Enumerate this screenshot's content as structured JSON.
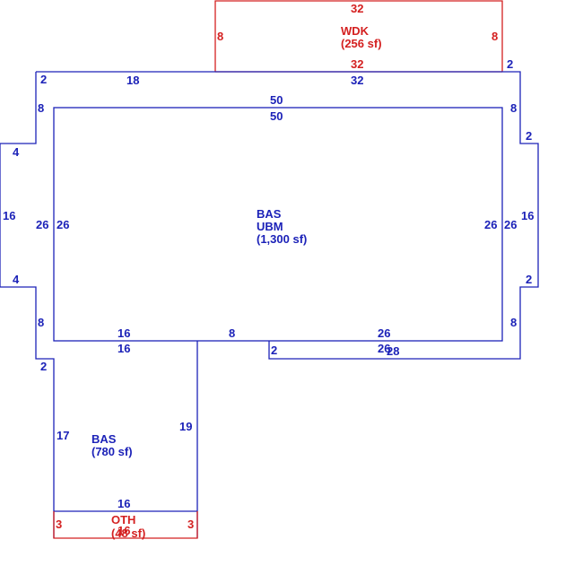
{
  "areas": {
    "wdk": {
      "label": "WDK",
      "area": "(256 sf)"
    },
    "main": {
      "label1": "BAS",
      "label2": "UBM",
      "area": "(1,300 sf)"
    },
    "bas2": {
      "label": "BAS",
      "area": "(780 sf)"
    },
    "oth": {
      "label": "OTH",
      "area": "(48 sf)"
    }
  },
  "dims": {
    "wdk_top": "32",
    "wdk_left": "8",
    "wdk_right": "8",
    "wdk_bottom": "32",
    "top_right_2": "2",
    "top_left_2": "2",
    "top_18": "18",
    "top_32": "32",
    "ubm_top_50": "50",
    "inner_top_50": "50",
    "left_8_top": "8",
    "left_4_top": "4",
    "left_16": "16",
    "left_26_outer": "26",
    "left_26_inner": "26",
    "left_4_bottom": "4",
    "left_8_bottom": "8",
    "left_2": "2",
    "right_8_top": "8",
    "right_2_top": "2",
    "right_16": "16",
    "right_26_outer": "26",
    "right_26_inner": "26",
    "right_2_bottom": "2",
    "right_8_bottom": "8",
    "bottom_16_a": "16",
    "bottom_16_b": "16",
    "bottom_8": "8",
    "bottom_26_a": "26",
    "bottom_26_b": "26",
    "bottom_28": "28",
    "bottom_2": "2",
    "bas2_left_17": "17",
    "bas2_right_19": "19",
    "bas2_bottom_16": "16",
    "oth_left_3": "3",
    "oth_right_3": "3",
    "oth_16": "16"
  },
  "colors": {
    "blue": "#1c22b8",
    "red": "#d42020"
  }
}
